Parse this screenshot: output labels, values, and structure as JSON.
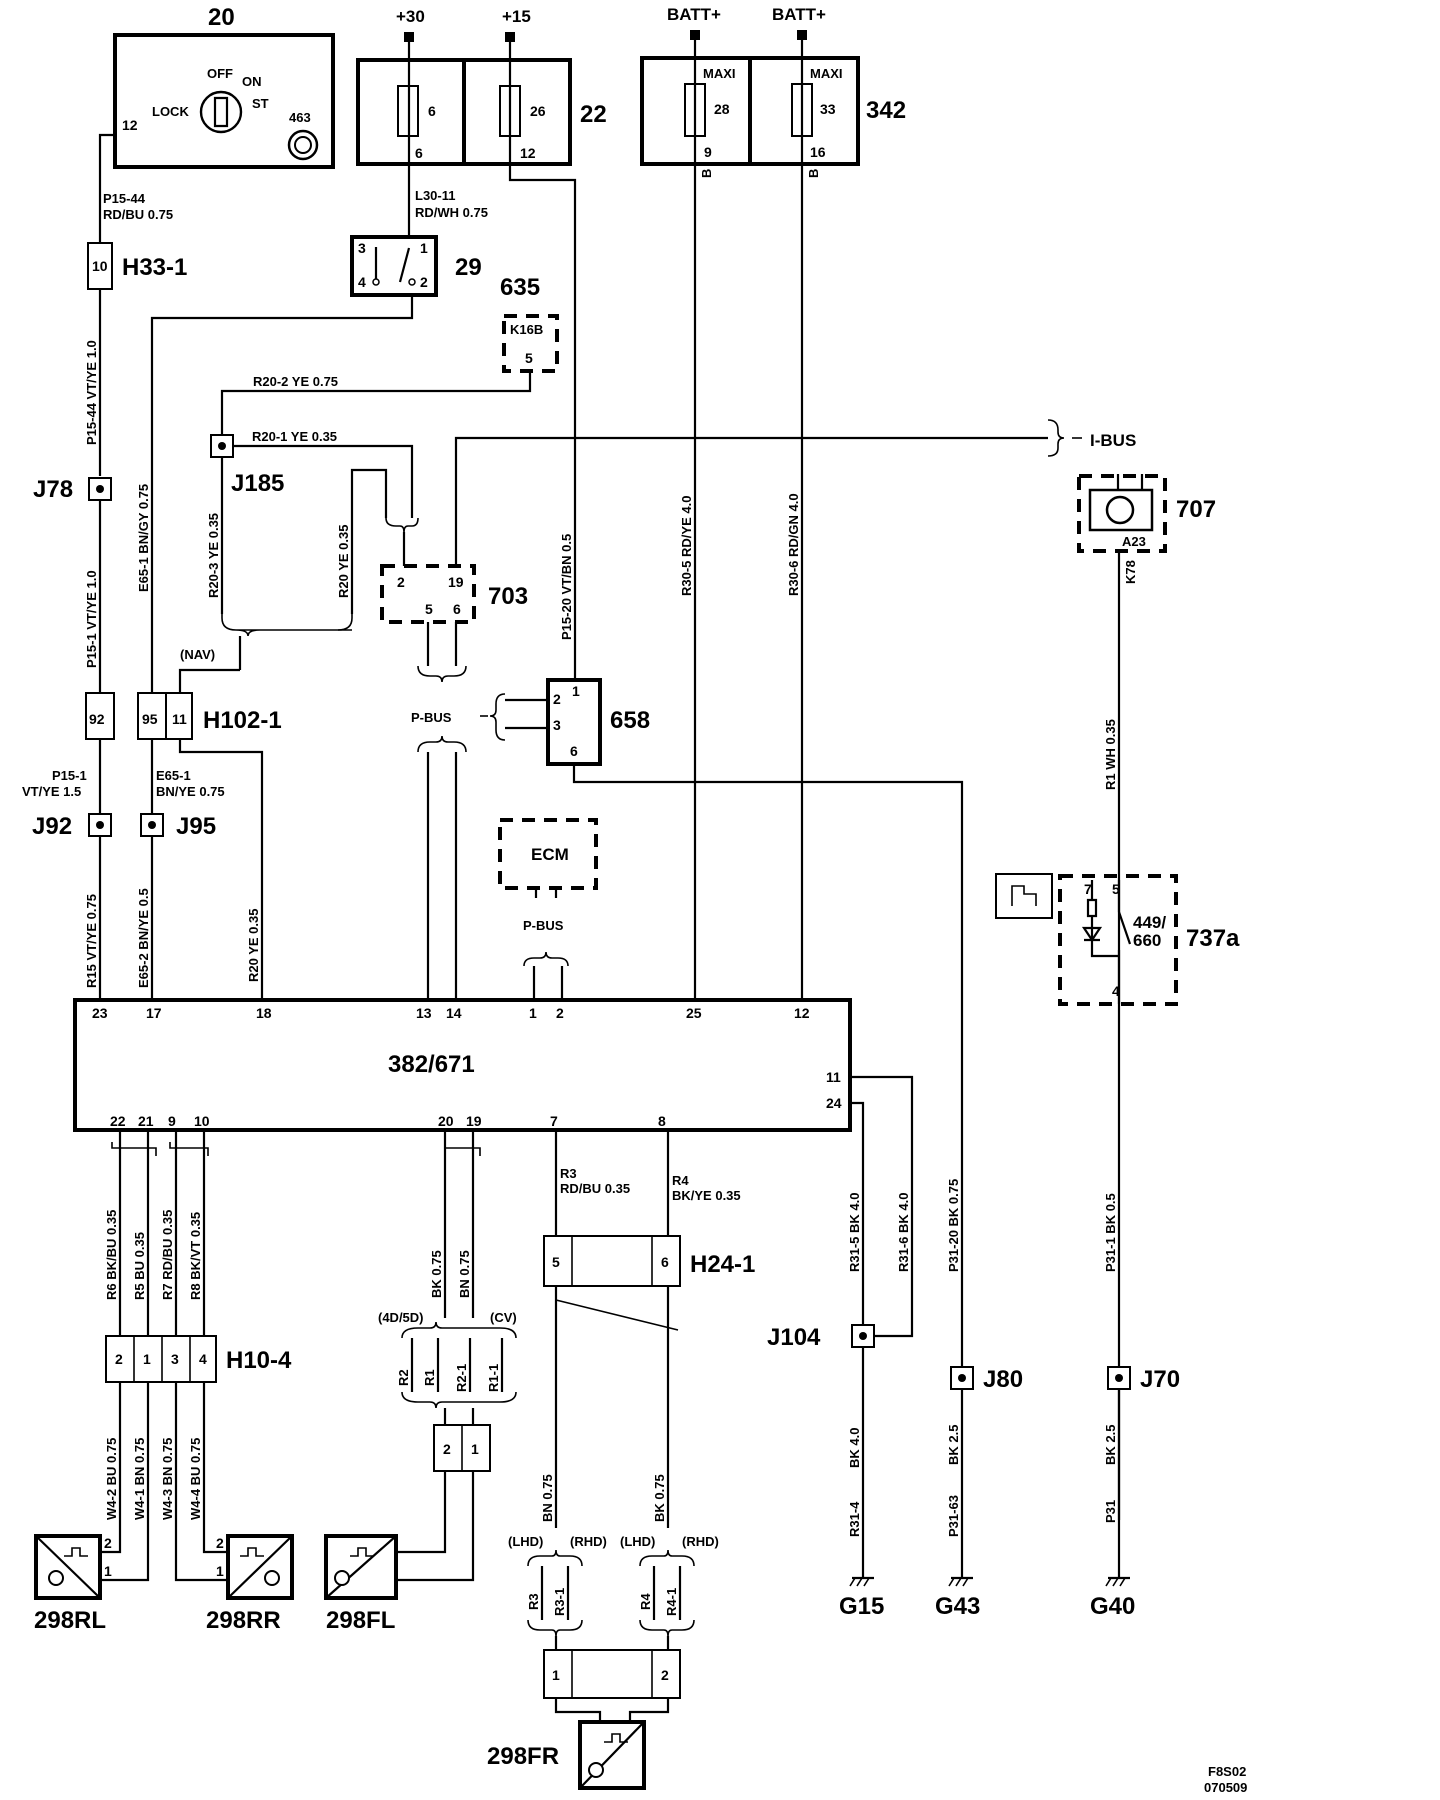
{
  "components": {
    "c20": "20",
    "c22": "22",
    "c342": "342",
    "c29": "29",
    "c635": "635",
    "c703": "703",
    "c658": "658",
    "c707": "707",
    "c737a": "737a",
    "c382": "382/671",
    "ecm": "ECM",
    "k16b": "K16B",
    "c449": "449/",
    "c660": "660",
    "h33": "H33-1",
    "h102": "H102-1",
    "h10": "H10-4",
    "h24": "H24-1",
    "j78": "J78",
    "j185": "J185",
    "j92": "J92",
    "j95": "J95",
    "j104": "J104",
    "j80": "J80",
    "j70": "J70",
    "g15": "G15",
    "g43": "G43",
    "g40": "G40",
    "s298rl": "298RL",
    "s298rr": "298RR",
    "s298fl": "298FL",
    "s298fr": "298FR"
  },
  "supplies": {
    "p30": "+30",
    "p15": "+15",
    "batt1": "BATT+",
    "batt2": "BATT+"
  },
  "fuses": {
    "f6": "6",
    "f6b": "6",
    "f26": "26",
    "f12": "12",
    "f28": "28",
    "f9": "9",
    "f33": "33",
    "f16": "16",
    "maxi1": "MAXI",
    "maxi2": "MAXI",
    "b1": "B",
    "b2": "B"
  },
  "ignition": {
    "off": "OFF",
    "on": "ON",
    "lock": "LOCK",
    "st": "ST",
    "pin12": "12",
    "n463": "463"
  },
  "pins": {
    "h33_10": "10",
    "r29_3": "3",
    "r29_1": "1",
    "r29_4": "4",
    "r29_2": "2",
    "k16b_5": "5",
    "c703_2": "2",
    "c703_19": "19",
    "c703_5": "5",
    "c703_6": "6",
    "c658_1": "1",
    "c658_2": "2",
    "c658_3": "3",
    "c658_6": "6",
    "h102_92": "92",
    "h102_95": "95",
    "h102_11": "11",
    "a23": "A23",
    "s737_7": "7",
    "s737_5": "5",
    "s737_4": "4",
    "t23": "23",
    "t17": "17",
    "t18": "18",
    "t13": "13",
    "t14": "14",
    "t1": "1",
    "t2": "2",
    "t25": "25",
    "t12": "12",
    "r11": "11",
    "r24": "24",
    "b22": "22",
    "b21": "21",
    "b9": "9",
    "b10": "10",
    "b20": "20",
    "b19": "19",
    "b7": "7",
    "b8": "8",
    "h24_5": "5",
    "h24_6": "6",
    "h10_2": "2",
    "h10_1": "1",
    "h10_3": "3",
    "h10_4": "4",
    "fl_2": "2",
    "fl_1": "1",
    "fr_1": "1",
    "fr_2": "2",
    "rl_2": "2",
    "rl_1": "1",
    "rr_2": "2",
    "rr_1": "1"
  },
  "wires": {
    "p1544": "P15-44",
    "rdbu075": "RD/BU  0.75",
    "l3011": "L30-11",
    "rdwh075": "RD/WH  0.75",
    "r202": "R20-2  YE  0.75",
    "r201": "R20-1  YE  0.35",
    "ibus": "I-BUS",
    "p1544v": "P15-44  VT/YE  1.0",
    "p151v": "P15-1  VT/YE  1.0",
    "e651v": "E65-1  BN/GY  0.75",
    "r203v": "R20-3  YE  0.35",
    "r20v": "R20  YE  0.35",
    "p1520v": "P15-20  VT/BN  0.5",
    "r305v": "R30-5  RD/YE  4.0",
    "r306v": "R30-6  RD/GN  4.0",
    "k78": "K78",
    "r1v": "R1  WH  0.35",
    "nav": "(NAV)",
    "pbus1": "P-BUS",
    "pbus2": "P-BUS",
    "p151a": "P15-1",
    "p151b": "VT/YE 1.5",
    "e651a": "E65-1",
    "e651b": "BN/YE  0.75",
    "r15v": "R15  VT/YE  0.75",
    "e652v": "E65-2  BN/YE  0.5",
    "r20bv": "R20  YE  0.35",
    "r6v": "R6  BK/BU  0.35",
    "r5v": "R5  BU  0.35",
    "r7v": "R7  RD/BU  0.35",
    "r8v": "R8  BK/VT  0.35",
    "bk075": "BK  0.75",
    "bn075": "BN  0.75",
    "r3a": "R3",
    "r3b": "RD/BU  0.35",
    "r4a": "R4",
    "r4b": "BK/YE  0.35",
    "r315v": "R31-5  BK  4.0",
    "r316v": "R31-6  BK  4.0",
    "p3120v": "P31-20  BK  0.75",
    "p311v": "P31-1  BK  0.5",
    "x4d5d": "(4D/5D)",
    "xcv": "(CV)",
    "r2": "R2",
    "r1": "R1",
    "r21": "R2-1",
    "r11w": "R1-1",
    "w42v": "W4-2  BU  0.75",
    "w41v": "W4-1  BN  0.75",
    "w43v": "W4-3  BN  0.75",
    "w44v": "W4-4  BU  0.75",
    "bn075v": "BN  0.75",
    "bk075v": "BK  0.75",
    "lhd1": "(LHD)",
    "rhd1": "(RHD)",
    "lhd2": "(LHD)",
    "rhd2": "(RHD)",
    "r3c": "R3",
    "r31c": "R3-1",
    "r4c": "R4",
    "r41c": "R4-1",
    "bk40v": "BK  4.0",
    "r314v": "R31-4",
    "bk25v": "BK  2.5",
    "p3163v": "P31-63",
    "bk25bv": "BK  2.5",
    "p31v": "P31"
  },
  "footer": {
    "code": "F8S02",
    "date": "070509"
  }
}
